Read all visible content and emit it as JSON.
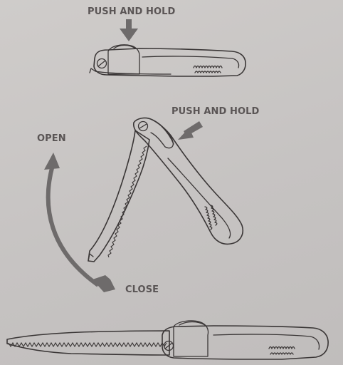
{
  "labels": {
    "push_hold_top": "PUSH AND HOLD",
    "push_hold_middle": "PUSH AND HOLD",
    "open": "OPEN",
    "close": "CLOSE"
  },
  "colors": {
    "background": "#c9c6c4",
    "ink": "#3a3636",
    "arrow": "#6e6b6b",
    "label_text": "#5a5555"
  },
  "states": [
    "saw-closed",
    "saw-half-open",
    "saw-open"
  ]
}
